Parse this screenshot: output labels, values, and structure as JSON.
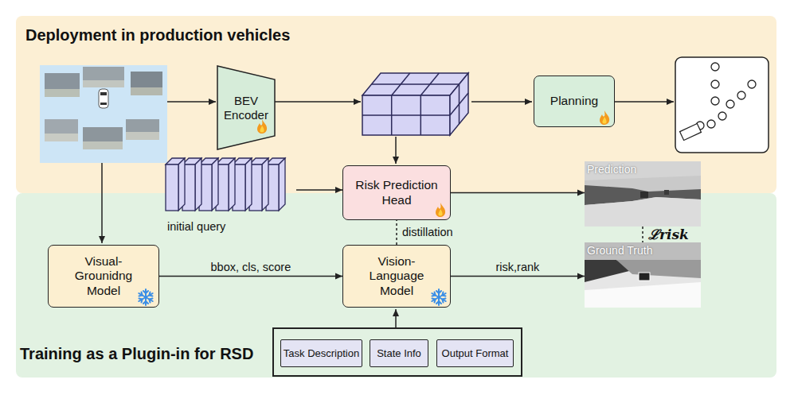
{
  "diagram": {
    "nodes": [
      {
        "text": [
          "Deployment in production vehicles"
        ]
      },
      {
        "text": [
          "BEV Encoder"
        ],
        "in": 0
      },
      {
        "text": [
          "Planning"
        ],
        "in": 0
      },
      {
        "text": [
          "initial query"
        ]
      },
      {
        "text": [
          "Risk Prediction Head"
        ]
      },
      {
        "text": [
          "Prediction"
        ]
      },
      {
        "text": [
          "Training as a Plugin-in for RSD"
        ]
      },
      {
        "text": [
          "Ground Truth"
        ],
        "in": 6
      },
      {
        "text": [
          "Visual-Grounidng Model"
        ],
        "in": 6
      },
      {
        "text": [
          "Vision-Language Model"
        ],
        "in": 6
      },
      {
        "text": [
          "Task Description"
        ],
        "in": 6
      },
      {
        "text": [
          "State Info"
        ],
        "in": 6
      },
      {
        "text": [
          "Output Format"
        ],
        "in": 6
      }
    ],
    "edges": [
      {
        "from": 3,
        "to": 4,
        "arrow": "to"
      },
      {
        "from": 4,
        "to": 5,
        "arrow": "to"
      },
      {
        "from": 9,
        "to": 4,
        "label": "distillation",
        "arrow": "none"
      },
      {
        "from": 5,
        "to": 7,
        "label": "ℒrisk",
        "arrow": "none"
      },
      {
        "from": 8,
        "to": 9,
        "label": "bbox, cls, score",
        "arrow": "to"
      },
      {
        "from": 9,
        "to": 7,
        "label": "risk,rank",
        "arrow": "to"
      }
    ]
  }
}
